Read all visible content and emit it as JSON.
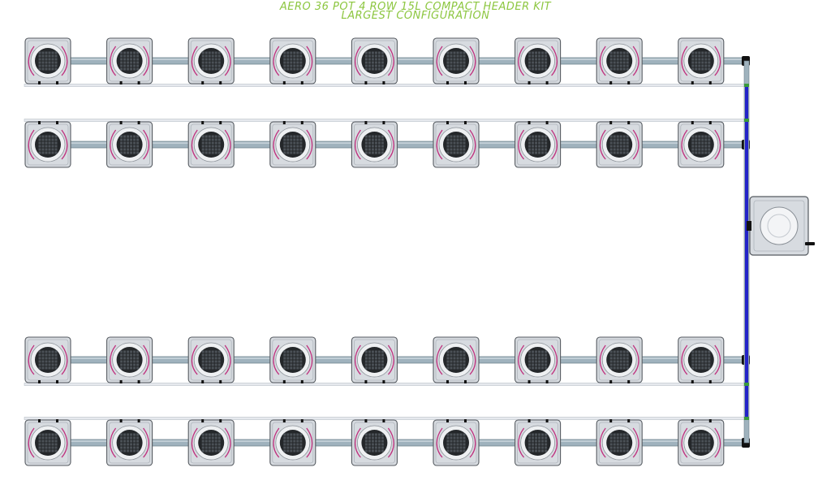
{
  "title": {
    "line1": "AERO 36 POT 4 ROW 15L COMPACT HEADER KIT",
    "line2": "LARGEST CONFIGURATION"
  },
  "layout": {
    "rows": 4,
    "pots_per_row": 9,
    "total_pots": 36
  },
  "colors": {
    "title": "#8cc63f",
    "pot_body": "#d7dbe0",
    "pot_outline": "#555a60",
    "pot_grid": "#3b3f44",
    "pipe": "#9fb2bd",
    "return_line": "#e6e9ee",
    "feed_line": "#2323c8",
    "drip_line": "#c0307e",
    "fitting": "#111111"
  },
  "icons": {
    "pot": "grow-pot-icon",
    "reservoir": "header-tank-icon"
  }
}
